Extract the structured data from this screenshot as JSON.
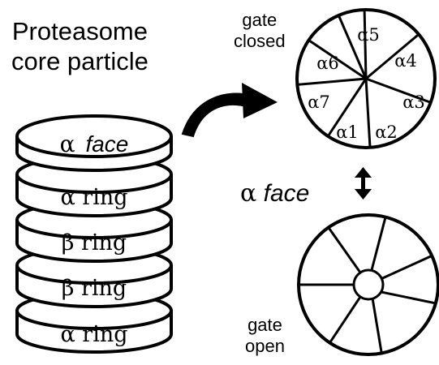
{
  "title": {
    "line1": "Proteasome",
    "line2": "core particle"
  },
  "cylinder": {
    "face": {
      "alpha": "α",
      "word": "face"
    },
    "rings": [
      "α ring",
      "β ring",
      "β ring",
      "α ring"
    ]
  },
  "gate_closed": {
    "line1": "gate",
    "line2": "closed",
    "subunits": [
      "α1",
      "α2",
      "α3",
      "α4",
      "α5",
      "α6",
      "α7"
    ]
  },
  "alpha_face_label": {
    "alpha": "α",
    "word": "face"
  },
  "gate_open": {
    "line1": "gate",
    "line2": "open"
  },
  "colors": {
    "stroke": "#000000",
    "background": "#ffffff"
  }
}
